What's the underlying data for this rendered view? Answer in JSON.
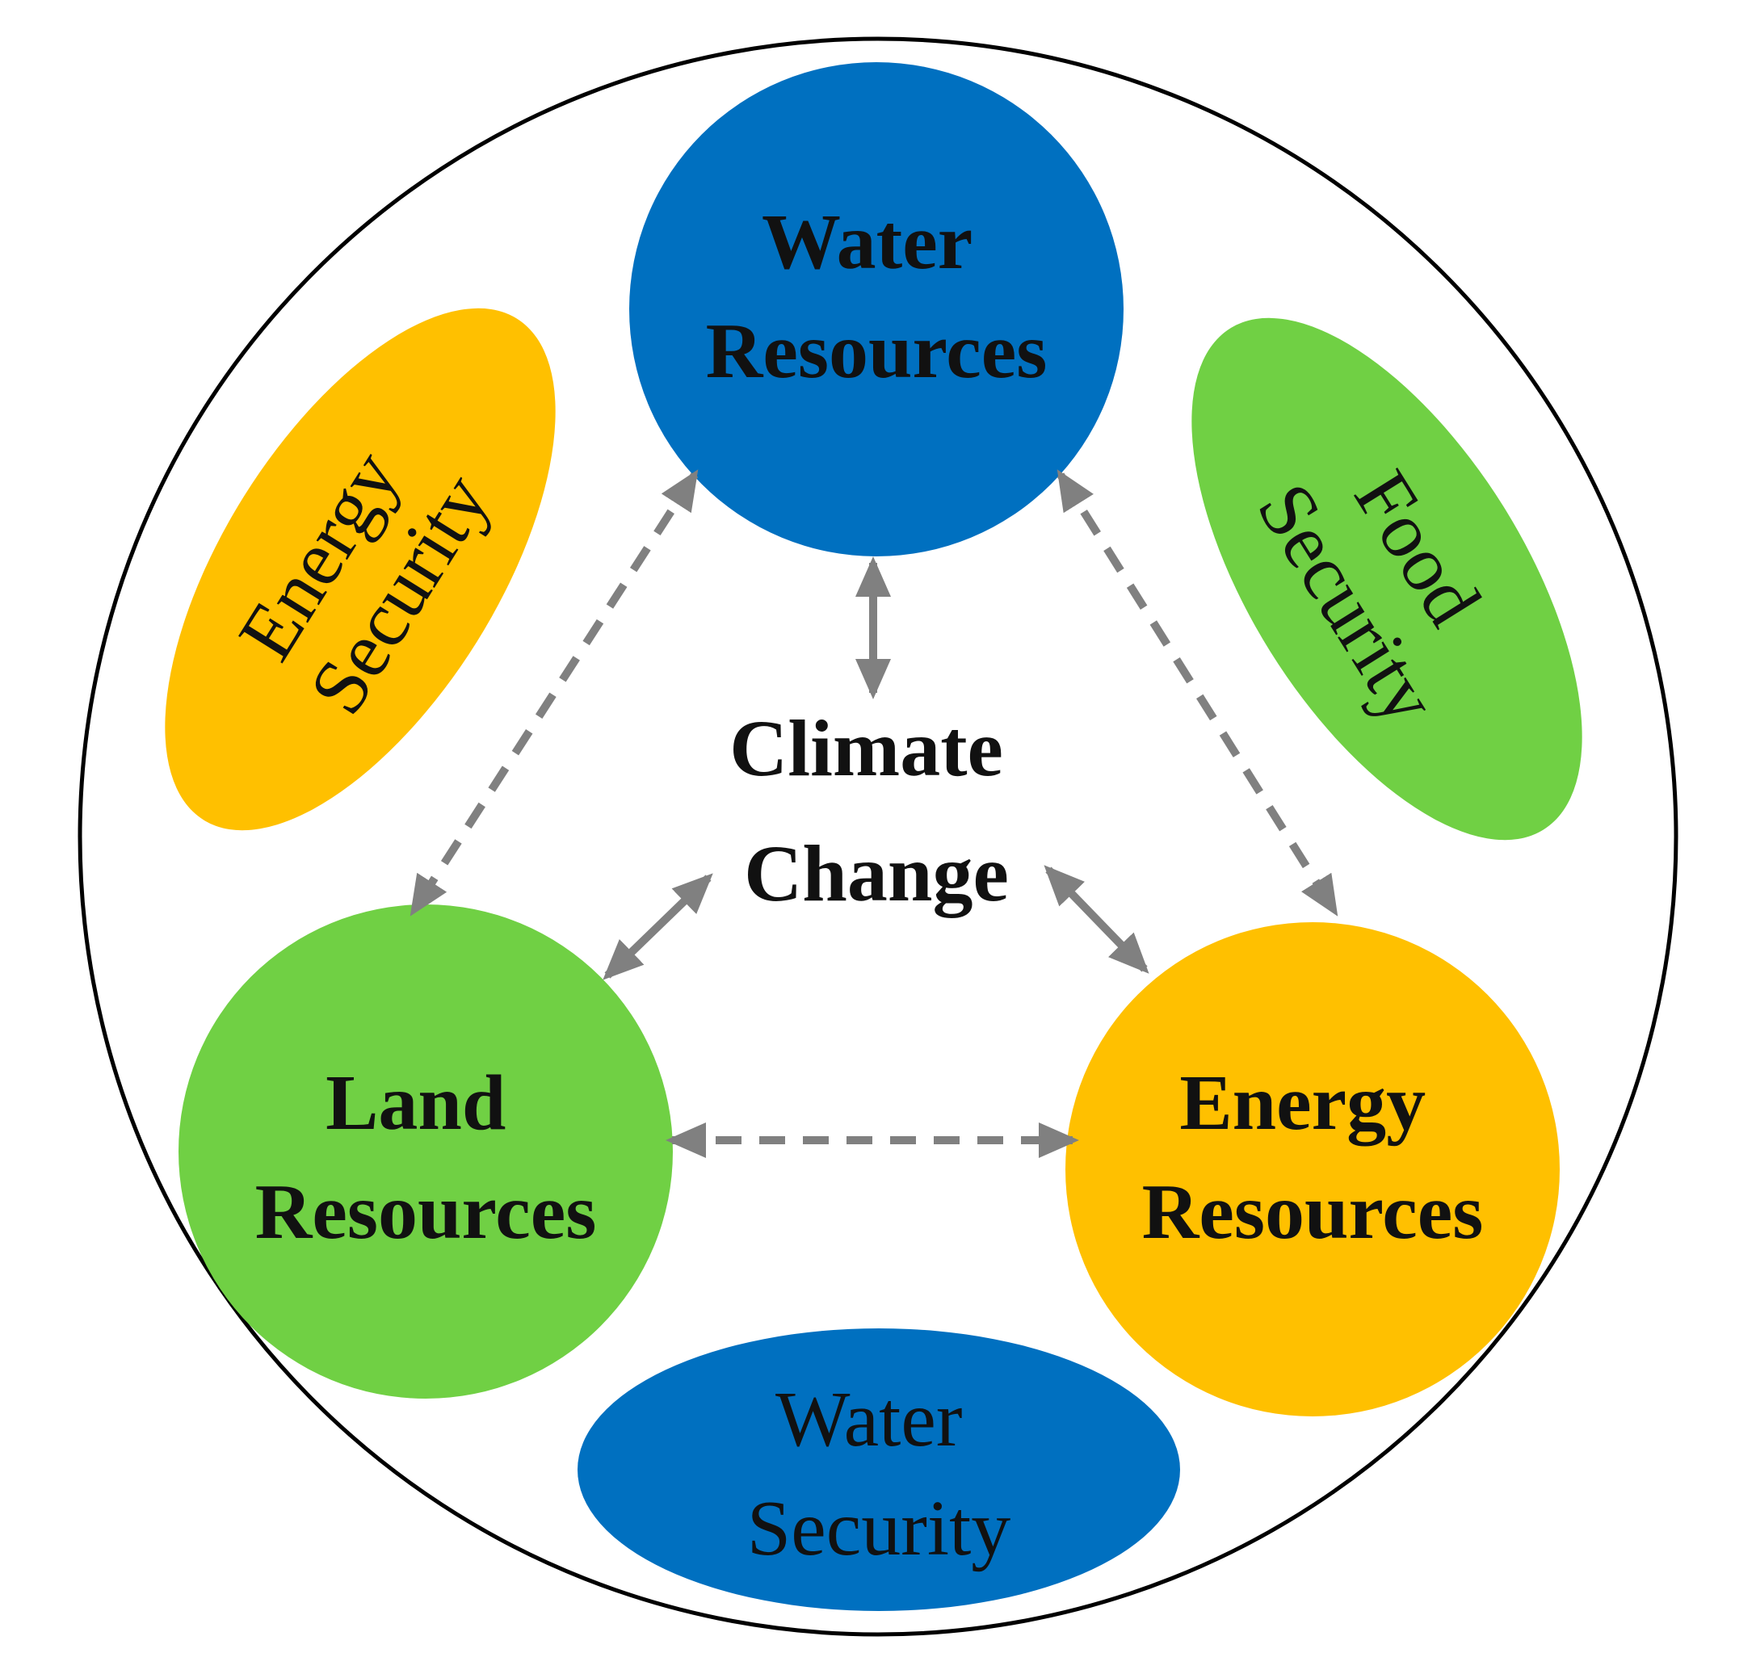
{
  "colors": {
    "water": "#0070C0",
    "land": "#70D044",
    "energy": "#FFC000",
    "arrow": "#808080",
    "outline": "#000000"
  },
  "center": {
    "line1": "Climate",
    "line2": "Change"
  },
  "resources": {
    "water": {
      "line1": "Water",
      "line2": "Resources"
    },
    "land": {
      "line1": "Land",
      "line2": "Resources"
    },
    "energy": {
      "line1": "Energy",
      "line2": "Resources"
    }
  },
  "security": {
    "energy": {
      "line1": "Energy",
      "line2": "Security"
    },
    "food": {
      "line1": "Food",
      "line2": "Security"
    },
    "water": {
      "line1": "Water",
      "line2": "Security"
    }
  }
}
